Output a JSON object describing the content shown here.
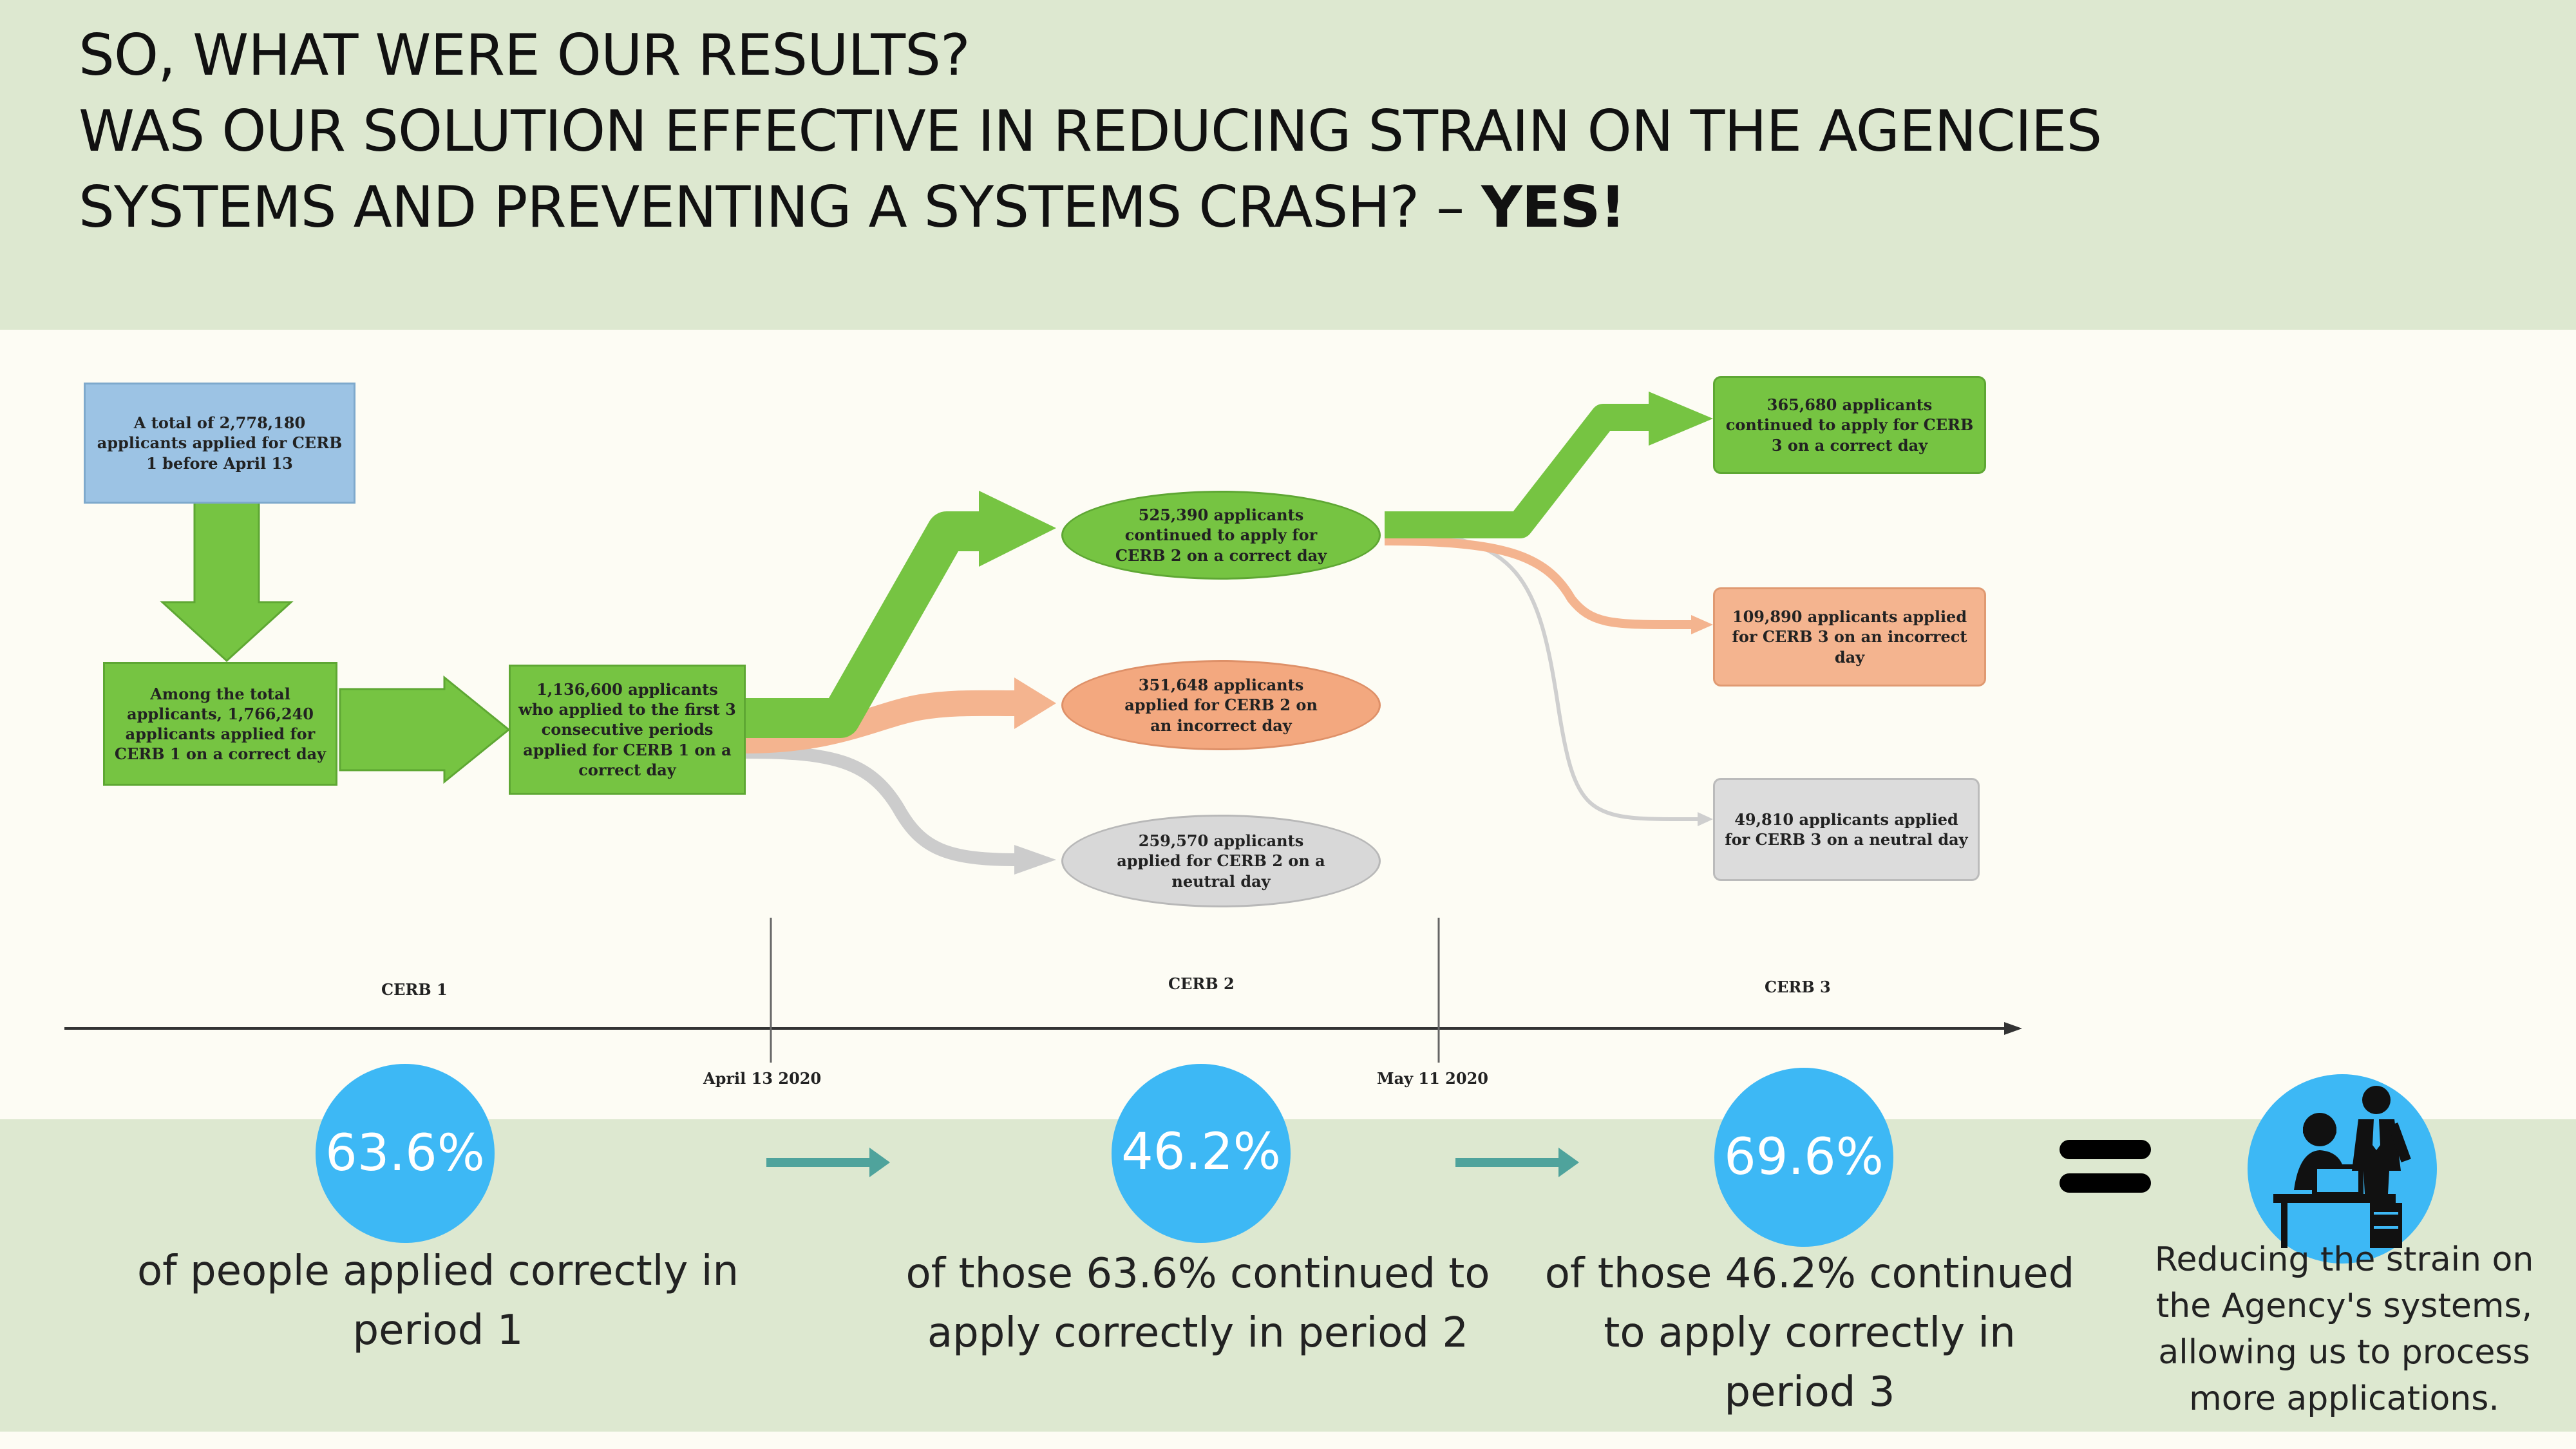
{
  "title": {
    "line1": "SO, WHAT WERE OUR RESULTS?",
    "line2": "WAS OUR SOLUTION EFFECTIVE IN REDUCING STRAIN ON THE AGENCIES",
    "line3_prefix": "SYSTEMS AND PREVENTING A SYSTEMS CRASH? – ",
    "line3_bold": "YES!"
  },
  "diagram": {
    "total_box": "A total of 2,778,180 applicants applied for CERB 1 before April 13",
    "among_box": "Among the total applicants, 1,766,240 applicants applied for CERB 1 on a correct day",
    "consecutive_box": "1,136,600 applicants who applied to the first 3 consecutive periods applied for CERB 1 on a correct day",
    "cerb2_correct": "525,390 applicants continued to apply for CERB 2 on a correct day",
    "cerb2_incorrect": "351,648 applicants applied for CERB 2 on an incorrect day",
    "cerb2_neutral": "259,570 applicants applied for CERB 2 on a neutral day",
    "cerb3_correct": "365,680 applicants continued to apply for CERB 3 on a correct day",
    "cerb3_incorrect": "109,890 applicants applied for CERB 3 on an incorrect day",
    "cerb3_neutral": "49,810 applicants applied for CERB 3 on a neutral day",
    "timeline": {
      "period1": "CERB 1",
      "period2": "CERB 2",
      "period3": "CERB 3",
      "date1": "April 13 2020",
      "date2": "May 11 2020"
    },
    "colors": {
      "green": "#76c442",
      "orange": "#f4b48f",
      "gray": "#dcdcdc",
      "blue": "#9cc3e4"
    }
  },
  "results": {
    "stat1": "63.6%",
    "caption1_line1": "of people applied correctly in",
    "caption1_line2": "period 1",
    "stat2": "46.2%",
    "caption2_line1": "of those 63.6% continued to",
    "caption2_line2": "apply correctly in period 2",
    "stat3": "69.6%",
    "caption3_line1": "of those 46.2% continued",
    "caption3_line2": "to apply correctly in",
    "caption3_line3": "period 3",
    "conclusion_line1": "Reducing the strain on",
    "conclusion_line2": "the Agency's systems,",
    "conclusion_line3": "allowing us to process",
    "conclusion_line4": "more applications.",
    "accent_color": "#3db8f5",
    "arrow_color": "#4fa39c",
    "icon": "office-worker-icon"
  }
}
